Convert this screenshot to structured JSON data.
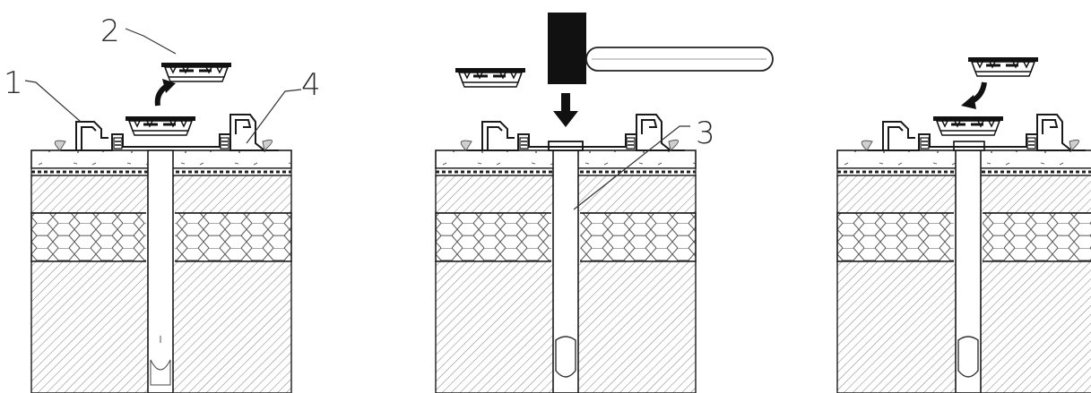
{
  "diagram": {
    "colors": {
      "line": "#1a1a1a",
      "hatch": "#777777",
      "fill": "#ffffff",
      "solid": "#111111"
    },
    "callouts": {
      "c1": "1",
      "c2": "2",
      "c3": "3",
      "c4": "4"
    },
    "icons": {
      "hammer": "hammer-icon",
      "down_arrow": "down-arrow-icon",
      "remove_arrow": "curved-arrow-up-icon",
      "insert_arrow": "curved-arrow-down-icon"
    }
  }
}
